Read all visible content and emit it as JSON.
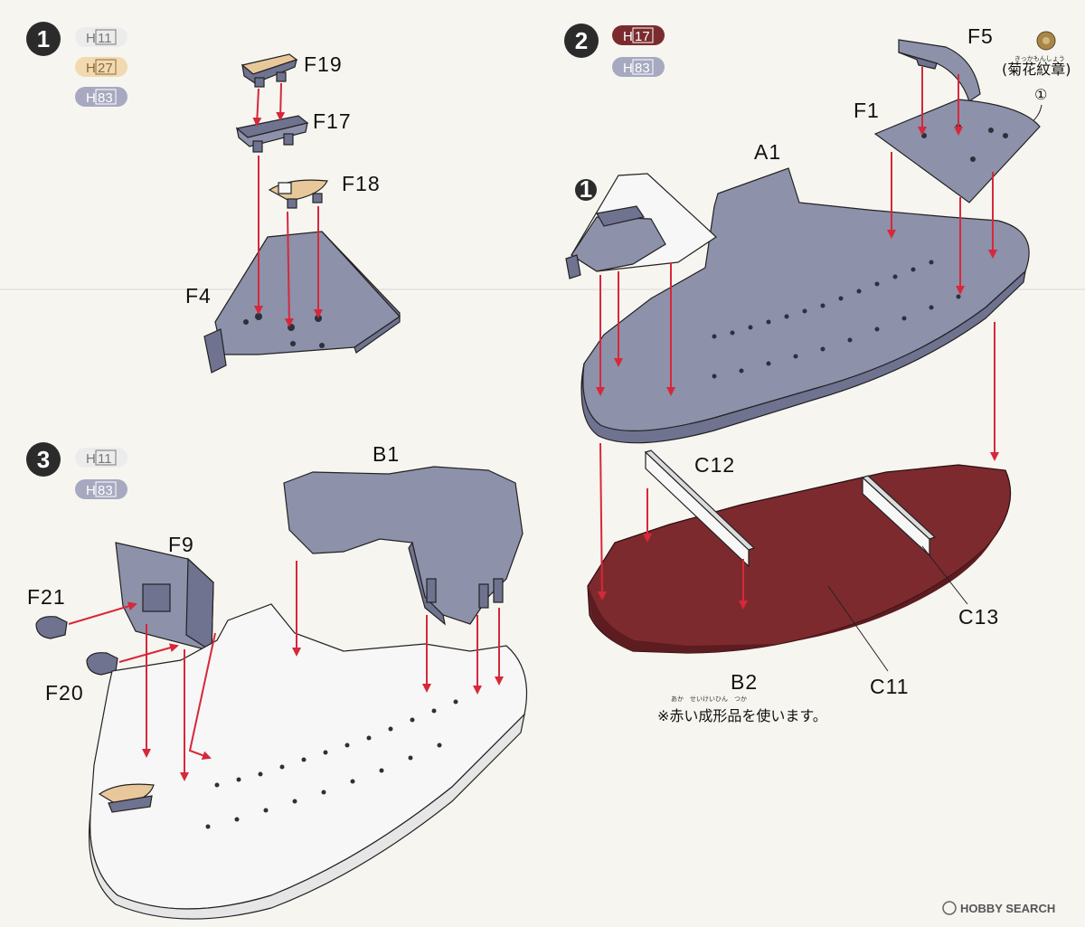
{
  "steps": [
    {
      "number": "1",
      "paints": [
        {
          "code": "H",
          "num": "11",
          "color": "#ececec"
        },
        {
          "code": "H",
          "num": "27",
          "color": "#f1d9b0"
        },
        {
          "code": "H",
          "num": "83",
          "color": "#a7a9c0"
        }
      ]
    },
    {
      "number": "2",
      "paints": [
        {
          "code": "H",
          "num": "17",
          "color": "#7a2b2e"
        },
        {
          "code": "H",
          "num": "83",
          "color": "#a7a9c0"
        }
      ]
    },
    {
      "number": "3",
      "paints": [
        {
          "code": "H",
          "num": "11",
          "color": "#ececec"
        },
        {
          "code": "H",
          "num": "83",
          "color": "#a7a9c0"
        }
      ]
    }
  ],
  "parts": {
    "F19": "F19",
    "F17": "F17",
    "F18": "F18",
    "F4": "F4",
    "F5": "F5",
    "F1": "F1",
    "A1": "A1",
    "C12": "C12",
    "C13": "C13",
    "C11": "C11",
    "B2": "B2",
    "B1": "B1",
    "F9": "F9",
    "F21": "F21",
    "F20": "F20"
  },
  "step2": {
    "subassembly_marker": "1",
    "decal_label": "(菊花紋章)",
    "decal_ruby": "きっかもんしょう",
    "decal_callout": "①",
    "note": "※赤い成形品を使います。",
    "note_ruby": "あか　せいけいひん　つか"
  },
  "watermark": "HOBBY SEARCH",
  "colors": {
    "arrow": "#d6283a",
    "grey_part": "#8d91aa",
    "red_hull": "#7d2a2e",
    "badge": "#2b2b2b"
  }
}
